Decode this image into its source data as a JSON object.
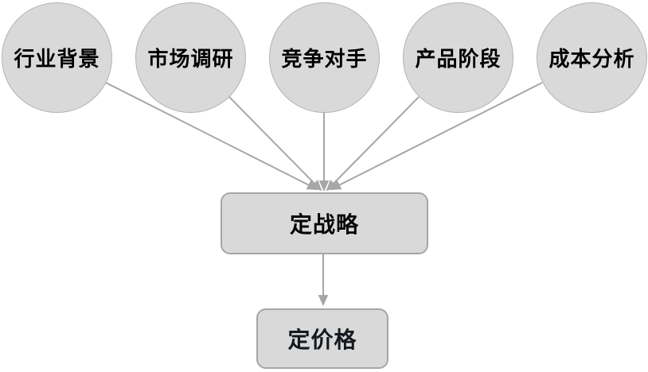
{
  "diagram": {
    "type": "flowchart",
    "background": "#ffffff",
    "nodes": {
      "industry_background": {
        "label": "行业背景",
        "shape": "circle"
      },
      "market_research": {
        "label": "市场调研",
        "shape": "circle"
      },
      "competitors": {
        "label": "竞争对手",
        "shape": "circle"
      },
      "product_stage": {
        "label": "产品阶段",
        "shape": "circle"
      },
      "cost_analysis": {
        "label": "成本分析",
        "shape": "circle"
      },
      "set_strategy": {
        "label": "定战略",
        "shape": "rounded-rectangle"
      },
      "set_price": {
        "label": "定价格",
        "shape": "rounded-rectangle"
      }
    },
    "edges": [
      {
        "from": "industry_background",
        "to": "set_strategy"
      },
      {
        "from": "market_research",
        "to": "set_strategy"
      },
      {
        "from": "competitors",
        "to": "set_strategy"
      },
      {
        "from": "product_stage",
        "to": "set_strategy"
      },
      {
        "from": "cost_analysis",
        "to": "set_strategy"
      },
      {
        "from": "set_strategy",
        "to": "set_price"
      }
    ],
    "colors": {
      "node_fill": "#d9d9d9",
      "node_border": "#b3b3b3",
      "box_border": "#a6a6a6",
      "edge": "#a6a6a6",
      "text": "#000000"
    }
  }
}
